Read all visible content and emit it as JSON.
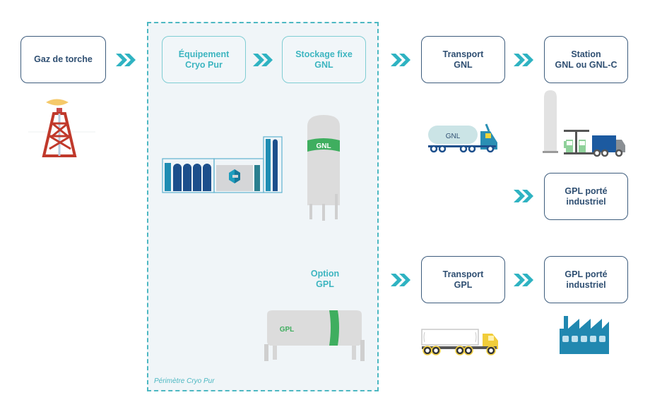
{
  "diagram": {
    "perimeter_label": "Périmètre Cryo Pur",
    "colors": {
      "accent_teal": "#3db5c0",
      "box_border": "#3d5c7d",
      "box_text": "#2f4f72",
      "green": "#3fae5f"
    },
    "nodes": {
      "gaz_torche": "Gaz de torche",
      "equipement": "Équipement\nCryo Pur",
      "stockage": "Stockage fixe\nGNL",
      "transport_gnl": "Transport\nGNL",
      "station": "Station\nGNL ou GNL-C",
      "gpl_porte_top": "GPL porté\nindustriel",
      "transport_gpl": "Transport\nGPL",
      "gpl_porte_bottom": "GPL porté\nindustriel"
    },
    "option_label": "Option\nGPL",
    "icons": {
      "flare_tower": "flare-tower-icon",
      "cryo_equipment": "cryo-equipment-icon",
      "gnl_tank": "vertical-tank-icon",
      "gnl_tank_label": "GNL",
      "gnl_truck": "tanker-truck-icon",
      "gnl_truck_label": "GNL",
      "station": "fuel-station-icon",
      "gpl_tank": "horizontal-tank-icon",
      "gpl_tank_label": "GPL",
      "gpl_truck": "trailer-truck-icon",
      "factory": "factory-icon"
    },
    "connections": [
      {
        "from": "gaz_torche",
        "to": "equipement"
      },
      {
        "from": "equipement",
        "to": "stockage"
      },
      {
        "from": "stockage",
        "to": "transport_gnl"
      },
      {
        "from": "transport_gnl",
        "to": "station"
      },
      {
        "from": "station",
        "to": "gpl_porte_top"
      },
      {
        "from": "option_gpl",
        "to": "transport_gpl"
      },
      {
        "from": "transport_gpl",
        "to": "gpl_porte_bottom"
      }
    ]
  }
}
